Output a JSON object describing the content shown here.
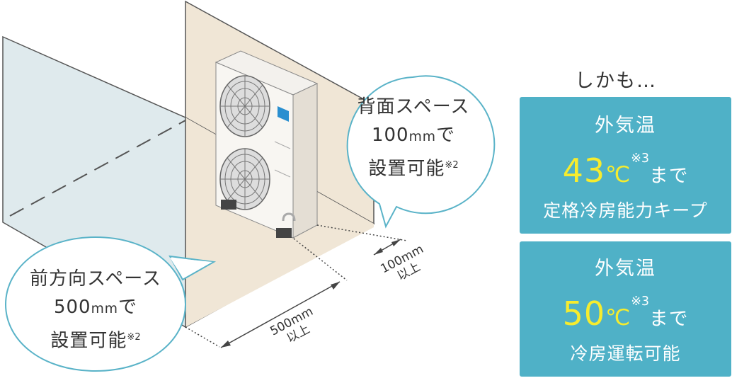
{
  "rear_bubble": {
    "line1": "背面スペース",
    "line2_num": "100",
    "line2_unit": "mm",
    "line2_suffix": "で",
    "line3": "設置可能",
    "note": "※2"
  },
  "front_bubble": {
    "line1": "前方向スペース",
    "line2_num": "500",
    "line2_unit": "mm",
    "line2_suffix": "で",
    "line3": "設置可能",
    "note": "※2"
  },
  "dim_rear": {
    "value": "100mm",
    "suffix": "以上"
  },
  "dim_front": {
    "value": "500mm",
    "suffix": "以上"
  },
  "intro": "しかも…",
  "box1": {
    "line1": "外気温",
    "temp": "43",
    "deg": "℃",
    "note": "※3",
    "made": "まで",
    "line3": "定格冷房能力キープ"
  },
  "box2": {
    "line1": "外気温",
    "temp": "50",
    "deg": "℃",
    "note": "※3",
    "made": "まで",
    "line3": "冷房運転可能"
  },
  "colors": {
    "wall": "#f0e6d6",
    "glass": "#d9e6ea",
    "bubble_border": "#5ab3c8",
    "box_bg": "#4fb1c7",
    "temp_text": "#f6ec2e",
    "logo": "#2a8fd0"
  },
  "icons": [
    "outdoor-ac-unit",
    "fan",
    "double-arrow"
  ]
}
